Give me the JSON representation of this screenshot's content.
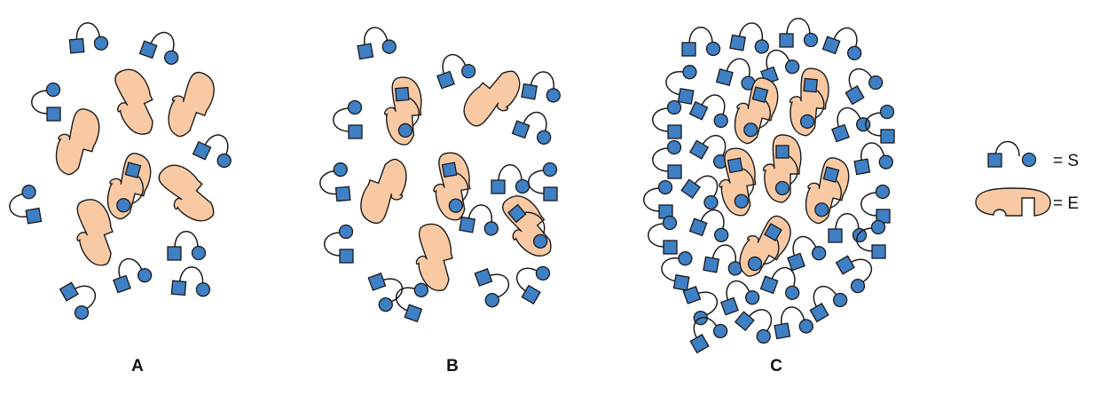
{
  "figure": {
    "panels": [
      {
        "label": "A"
      },
      {
        "label": "B"
      },
      {
        "label": "C"
      }
    ],
    "legend": {
      "substrate_label": "= S",
      "enzyme_label": "= E"
    },
    "colors": {
      "substrate_blue": "#3f7fc4",
      "enzyme_orange": "#f9c9a3",
      "outline": "#1a1a1a"
    }
  }
}
